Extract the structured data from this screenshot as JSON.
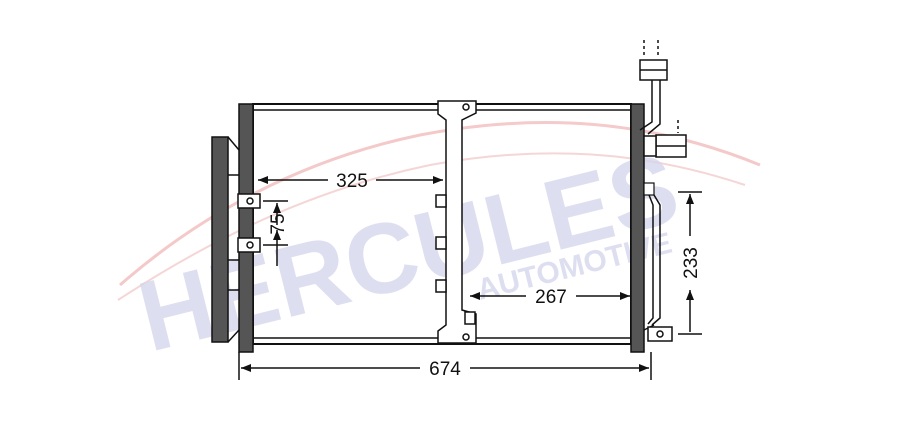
{
  "watermark": {
    "brand": "HERCULES",
    "sub": "AUTOMOTIVE",
    "brand_color": "#c9cbe6",
    "swoosh_color": "#f3c4c4"
  },
  "dimensions": {
    "overall_width": "674",
    "left_to_bracket": "325",
    "bracket_to_right": "267",
    "mount_spacing": "75",
    "pipe_height": "233"
  },
  "colors": {
    "line": "#111111",
    "tank_fill": "#555555",
    "background": "#ffffff"
  }
}
